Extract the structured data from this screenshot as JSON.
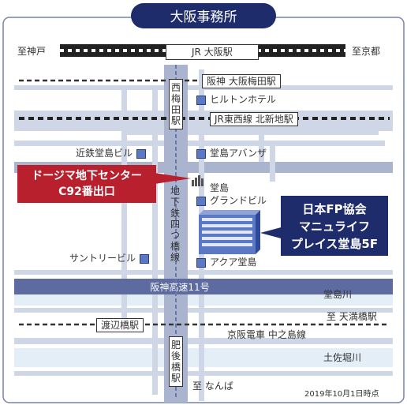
{
  "title": "大阪事務所",
  "stations": {
    "jr_osaka": "JR 大阪駅",
    "to_kobe": "至神戸",
    "to_kyoto": "至京都",
    "hanshin_umeda": "阪神 大阪梅田駅",
    "nishi_umeda": "西梅田駅",
    "jr_tozai": "JR東西線 北新地駅",
    "watanabebashi": "渡辺橋駅",
    "higobashi": "肥後橋駅",
    "to_tenmabashi": "至 天満橋駅",
    "to_namba": "至 なんば"
  },
  "lines": {
    "yotsubashi": "地下鉄四つ橋線",
    "keihan_nakanoshima": "京阪電車 中之島線",
    "hanshin_expressway": "阪神高速11号"
  },
  "rivers": {
    "dojima": "堂島川",
    "tosabori": "土佐堀川"
  },
  "buildings": {
    "hilton": "ヒルトンホテル",
    "kintetsu_dojima": "近鉄堂島ビル",
    "dojima_avanza": "堂島アバンザ",
    "dojima_grand_line1": "堂島",
    "dojima_grand_line2": "グランドビル",
    "suntory": "サントリービル",
    "aqua_dojima": "アクア堂島"
  },
  "dojima_underground": {
    "line1": "ドージマ地下センター",
    "line2": "C92番出口"
  },
  "office_callout": {
    "line1": "日本FP協会",
    "line2": "マニュライフ",
    "line3": "プレイス堂島5F"
  },
  "as_of": "2019年10月1日時点",
  "colors": {
    "navy": "#1e2c6b",
    "crimson": "#b8202d",
    "road": "#cfd6e6",
    "avenue": "#aab4cf",
    "expressway": "#5d6ba0",
    "river": "#e3eef7",
    "frame": "#7784a8",
    "marker": "#5a78c4"
  }
}
